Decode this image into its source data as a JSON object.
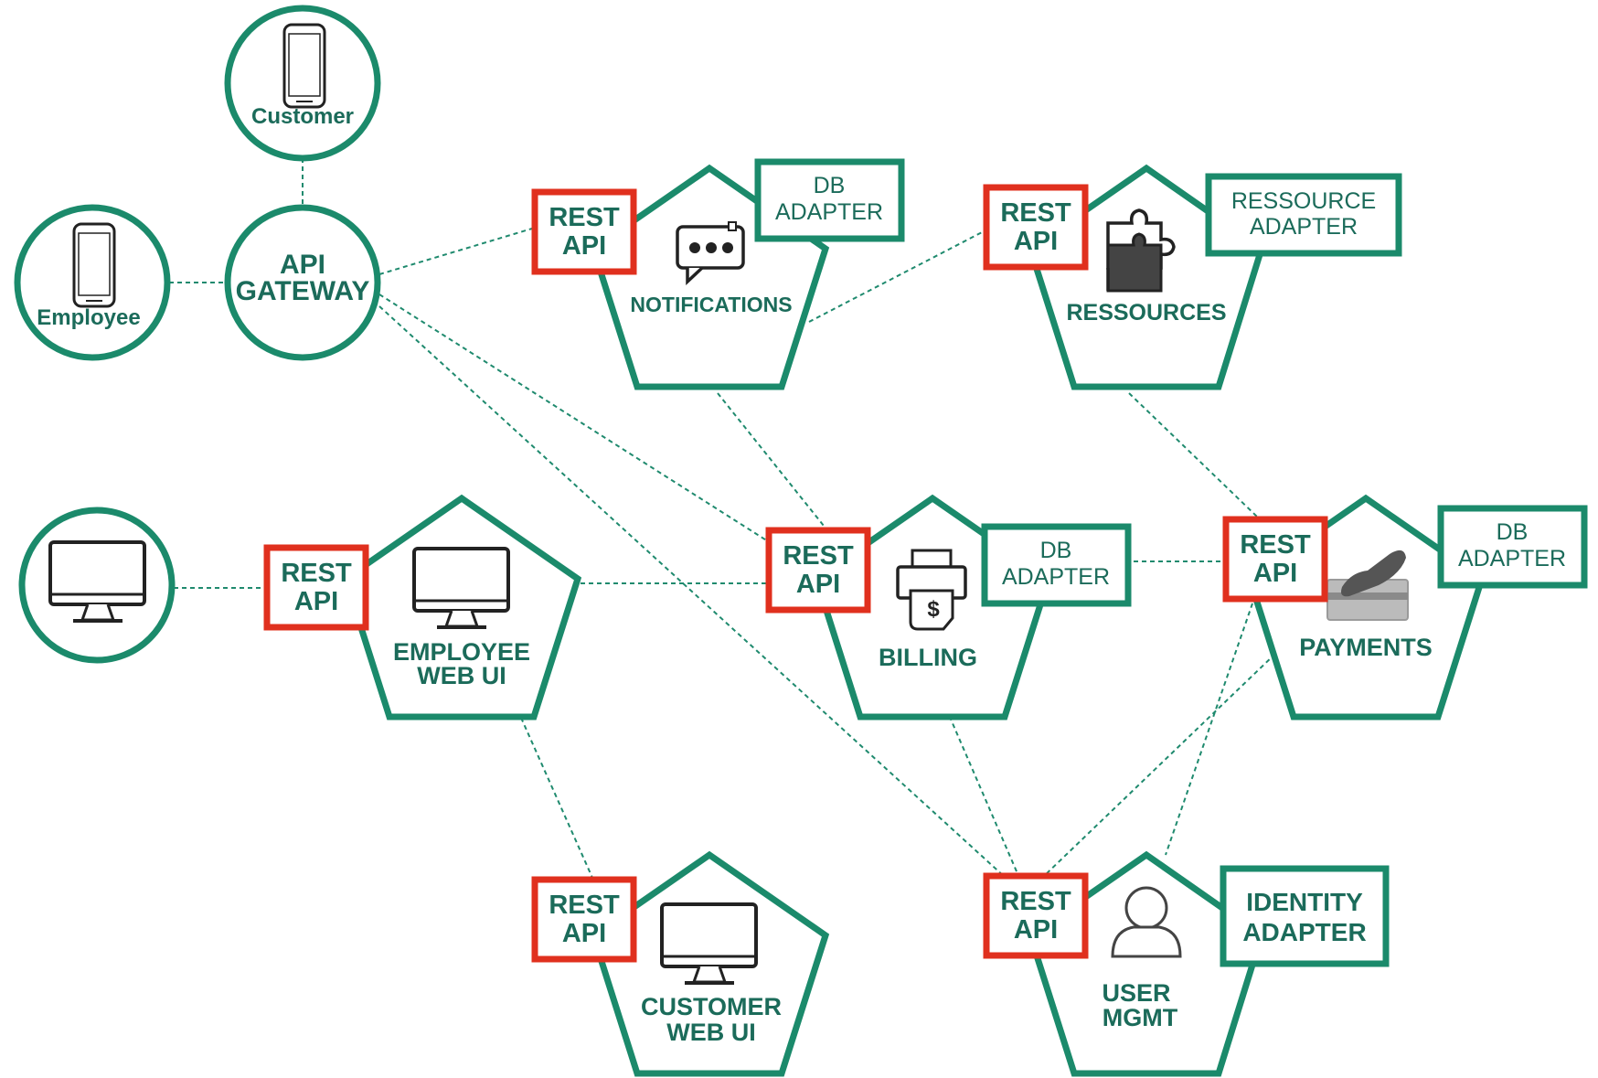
{
  "actors": {
    "customer": "Customer",
    "employee": "Employee",
    "gateway_line1": "API",
    "gateway_line2": "GATEWAY"
  },
  "services": {
    "notifications": {
      "name": "NOTIFICATIONS",
      "adapter_line1": "DB",
      "adapter_line2": "ADAPTER"
    },
    "ressources": {
      "name": "RESSOURCES",
      "adapter_line1": "RESSOURCE",
      "adapter_line2": "ADAPTER"
    },
    "employee_web_ui": {
      "name_line1": "EMPLOYEE",
      "name_line2": "WEB UI"
    },
    "billing": {
      "name": "BILLING",
      "adapter_line1": "DB",
      "adapter_line2": "ADAPTER"
    },
    "payments": {
      "name": "PAYMENTS",
      "adapter_line1": "DB",
      "adapter_line2": "ADAPTER"
    },
    "customer_web_ui": {
      "name_line1": "CUSTOMER",
      "name_line2": "WEB UI"
    },
    "user_mgmt": {
      "name_line1": "USER",
      "name_line2": "MGMT",
      "adapter_line1": "IDENTITY",
      "adapter_line2": "ADAPTER"
    }
  },
  "rest_api": {
    "line1": "REST",
    "line2": "API"
  },
  "icons": {
    "customer": "smartphone-icon",
    "employee": "smartphone-icon",
    "desktop_client": "monitor-icon",
    "notifications": "chat-bubble-icon",
    "ressources": "puzzle-icon",
    "employee_web_ui": "monitor-icon",
    "billing": "receipt-printer-icon",
    "payments": "card-payment-icon",
    "customer_web_ui": "monitor-icon",
    "user_mgmt": "user-icon"
  },
  "colors": {
    "green": "#1b8a6b",
    "text_green": "#1b6b5a",
    "red": "#e0301e"
  }
}
